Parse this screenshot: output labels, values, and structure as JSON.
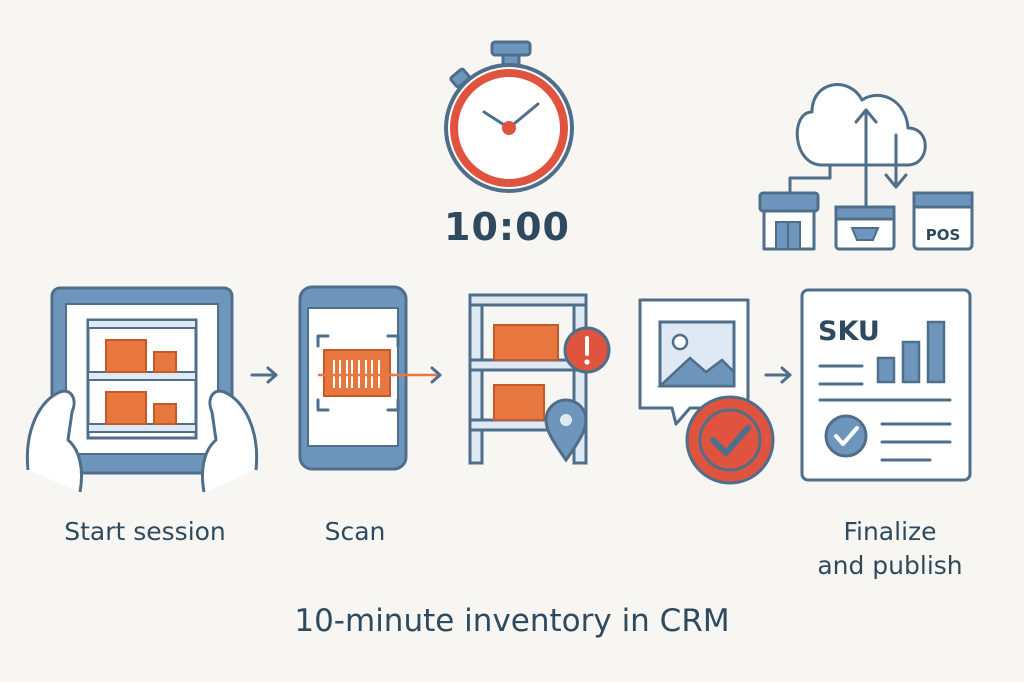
{
  "timer": {
    "readout": "10:00"
  },
  "steps": [
    {
      "label": "Start session"
    },
    {
      "label": "Scan"
    },
    {
      "label": ""
    },
    {
      "label": ""
    },
    {
      "label_line1": "Finalize",
      "label_line2": "and publish"
    }
  ],
  "sync": {
    "pos_label": "POS"
  },
  "doc": {
    "sku_label": "SKU"
  },
  "caption": "10-minute inventory in CRM",
  "colors": {
    "background": "#f7f6f3",
    "outline": "#4f6e8a",
    "blue_fill": "#6e96bd",
    "light_blue": "#dfe9f3",
    "orange": "#e8763f",
    "red": "#e0543f",
    "text": "#2f4a5e"
  },
  "icons": [
    "stopwatch-icon",
    "cloud-sync-icon",
    "tablet-shelf-icon",
    "phone-barcode-icon",
    "shelf-alert-icon",
    "photo-check-icon",
    "sku-report-icon"
  ]
}
